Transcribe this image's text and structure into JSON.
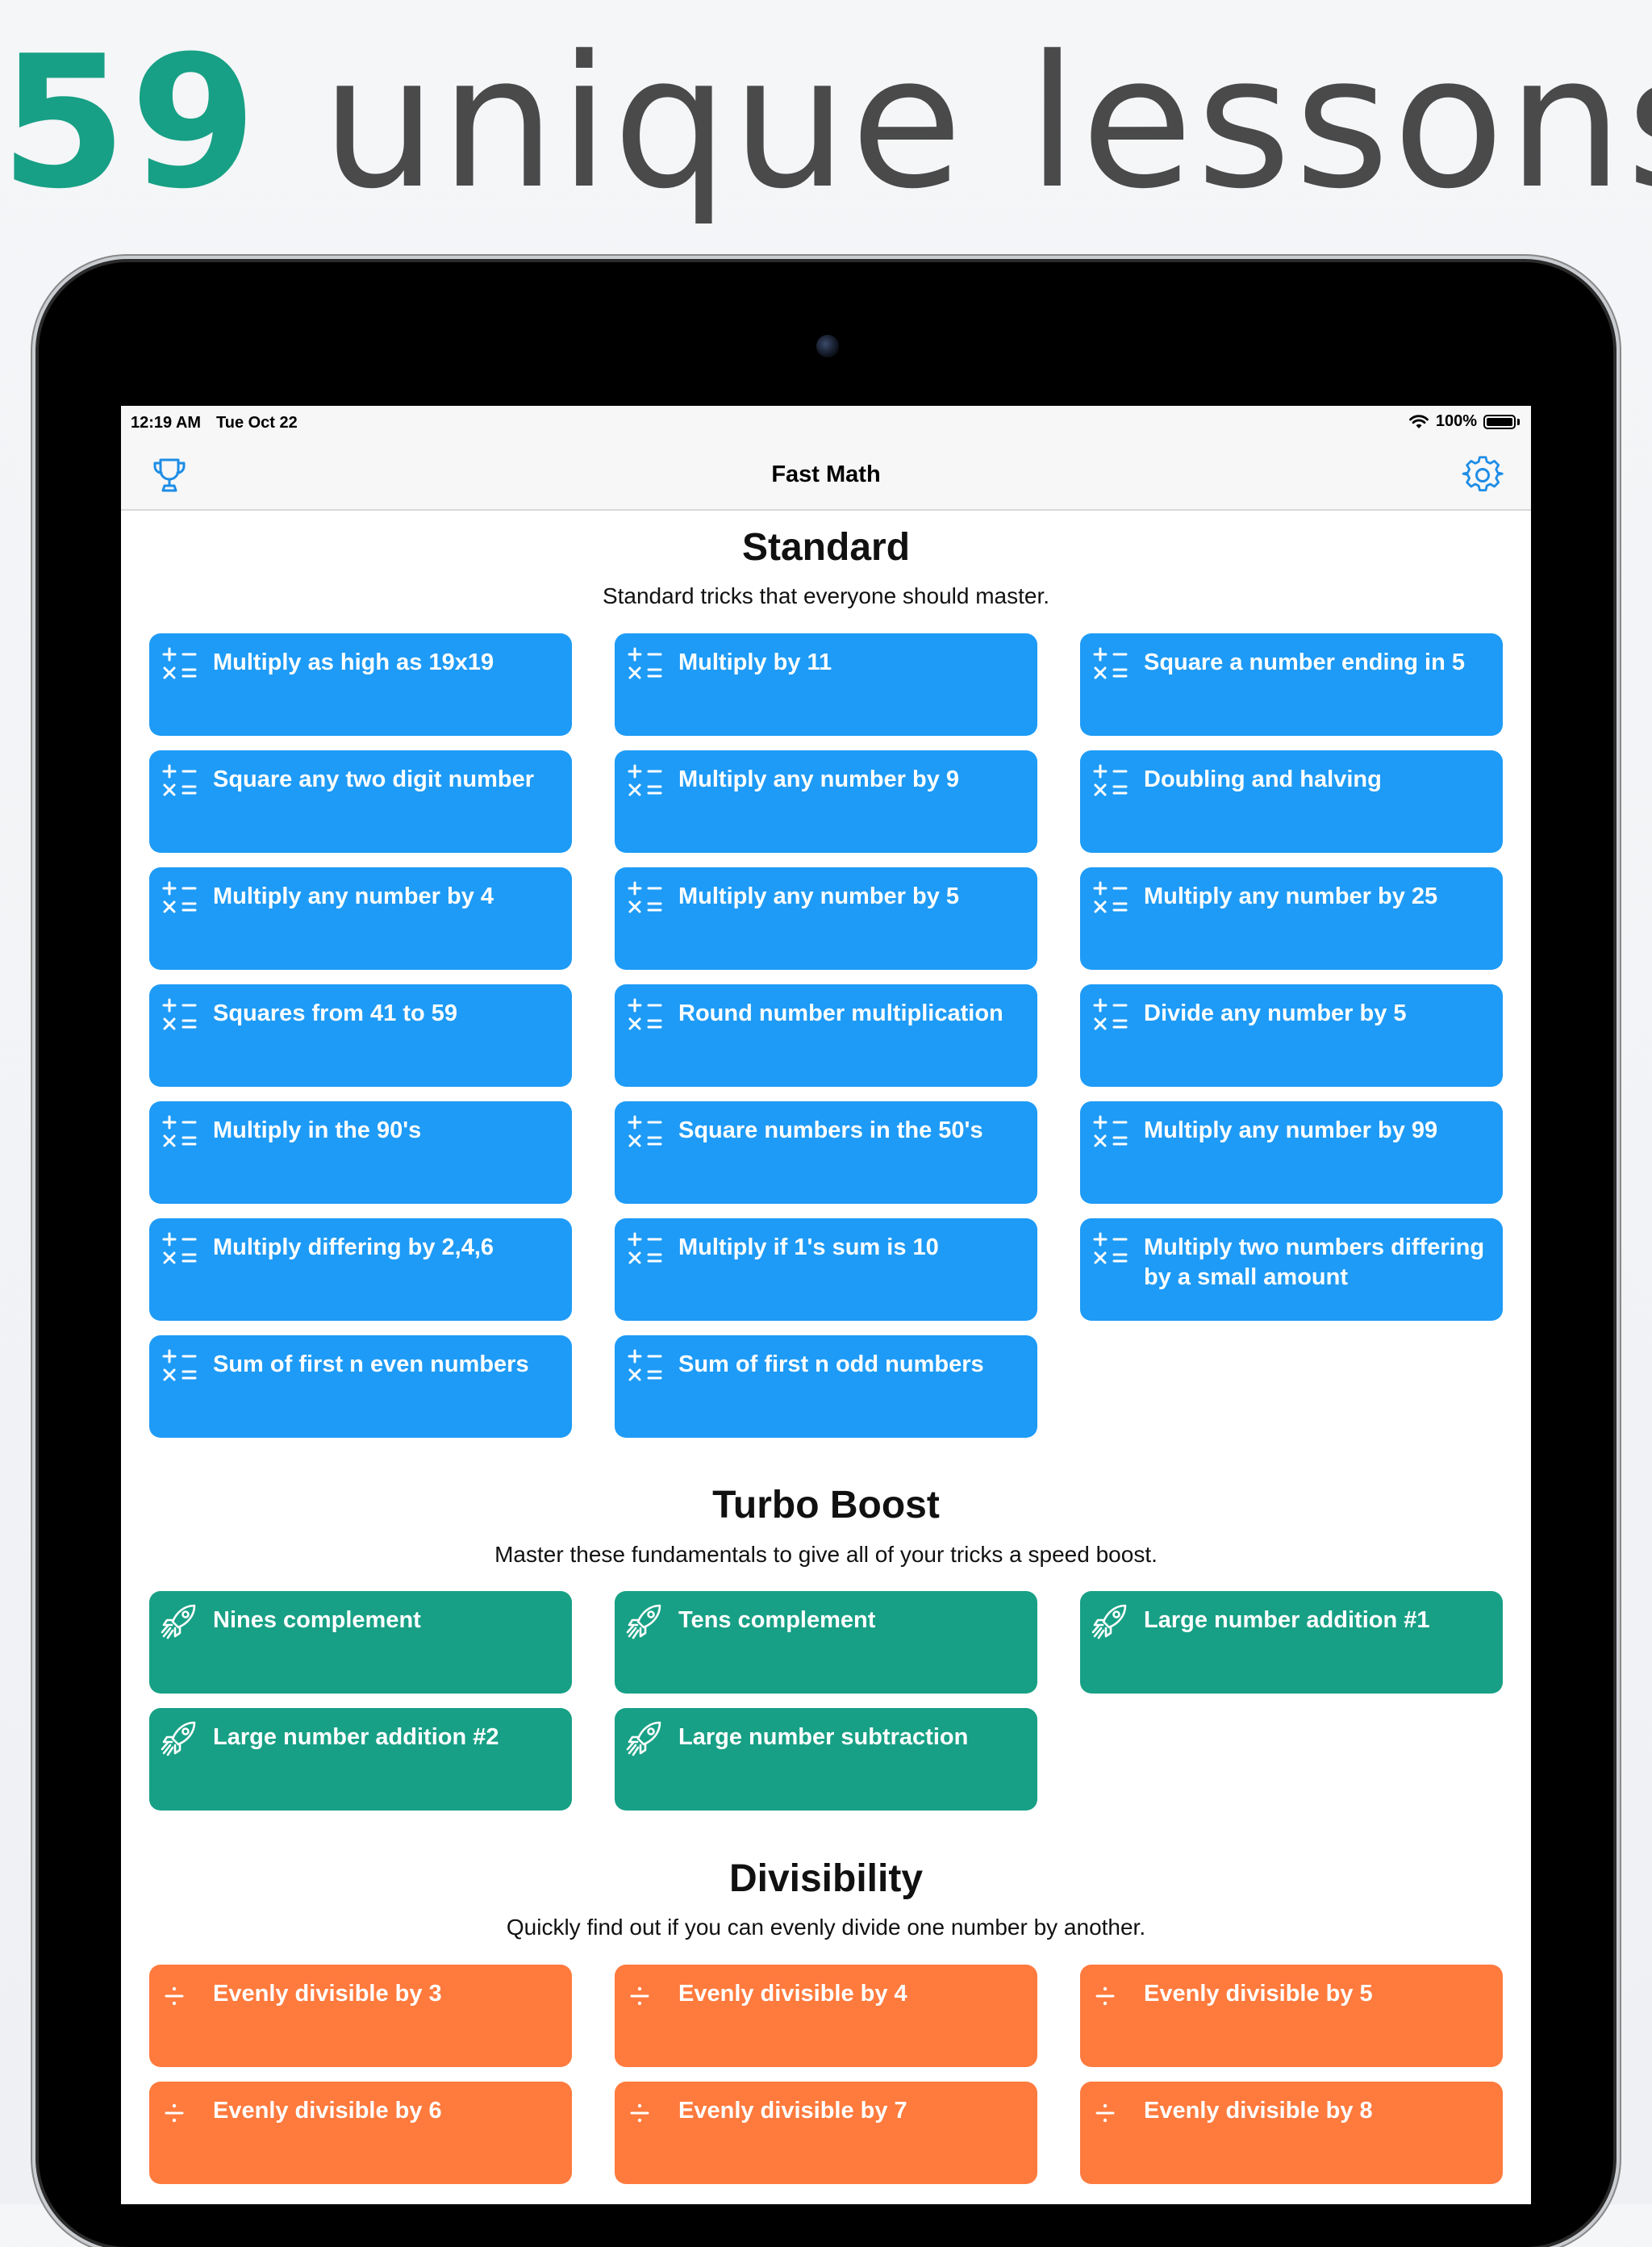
{
  "headline": {
    "number": "59",
    "text": "unique lessons"
  },
  "status_bar": {
    "time": "12:19 AM",
    "date": "Tue Oct 22",
    "battery": "100%"
  },
  "nav": {
    "title": "Fast Math",
    "left_icon": "trophy-icon",
    "right_icon": "gear-icon"
  },
  "colors": {
    "standard": "#1e9bf6",
    "turbo": "#17a085",
    "divisibility": "#ff7a3d",
    "headline_number": "#17a085"
  },
  "sections": {
    "standard": {
      "title": "Standard",
      "subtitle": "Standard tricks that everyone should master.",
      "icon": "arithmetic-icon",
      "items": [
        "Multiply as high as 19x19",
        "Multiply by 11",
        "Square a number ending in 5",
        "Square any two digit number",
        "Multiply any number by 9",
        "Doubling and halving",
        "Multiply any number by 4",
        "Multiply any number by 5",
        "Multiply any number by 25",
        "Squares from 41 to 59",
        "Round number multiplication",
        "Divide any number by 5",
        "Multiply in the 90's",
        "Square numbers in the 50's",
        "Multiply any number by 99",
        "Multiply differing by 2,4,6",
        "Multiply if 1's sum is 10",
        "Multiply two numbers differing by a small amount",
        "Sum of first n even numbers",
        "Sum of first n odd numbers"
      ]
    },
    "turbo": {
      "title": "Turbo Boost",
      "subtitle": "Master these fundamentals to give all of your tricks a speed boost.",
      "icon": "rocket-icon",
      "items": [
        "Nines complement",
        "Tens complement",
        "Large number addition #1",
        "Large number addition #2",
        "Large number subtraction"
      ]
    },
    "divisibility": {
      "title": "Divisibility",
      "subtitle": "Quickly find out if you can evenly divide one number by another.",
      "icon": "divide-icon",
      "items": [
        "Evenly divisible by 3",
        "Evenly divisible by 4",
        "Evenly divisible by 5",
        "Evenly divisible by 6",
        "Evenly divisible by 7",
        "Evenly divisible by 8"
      ]
    }
  }
}
